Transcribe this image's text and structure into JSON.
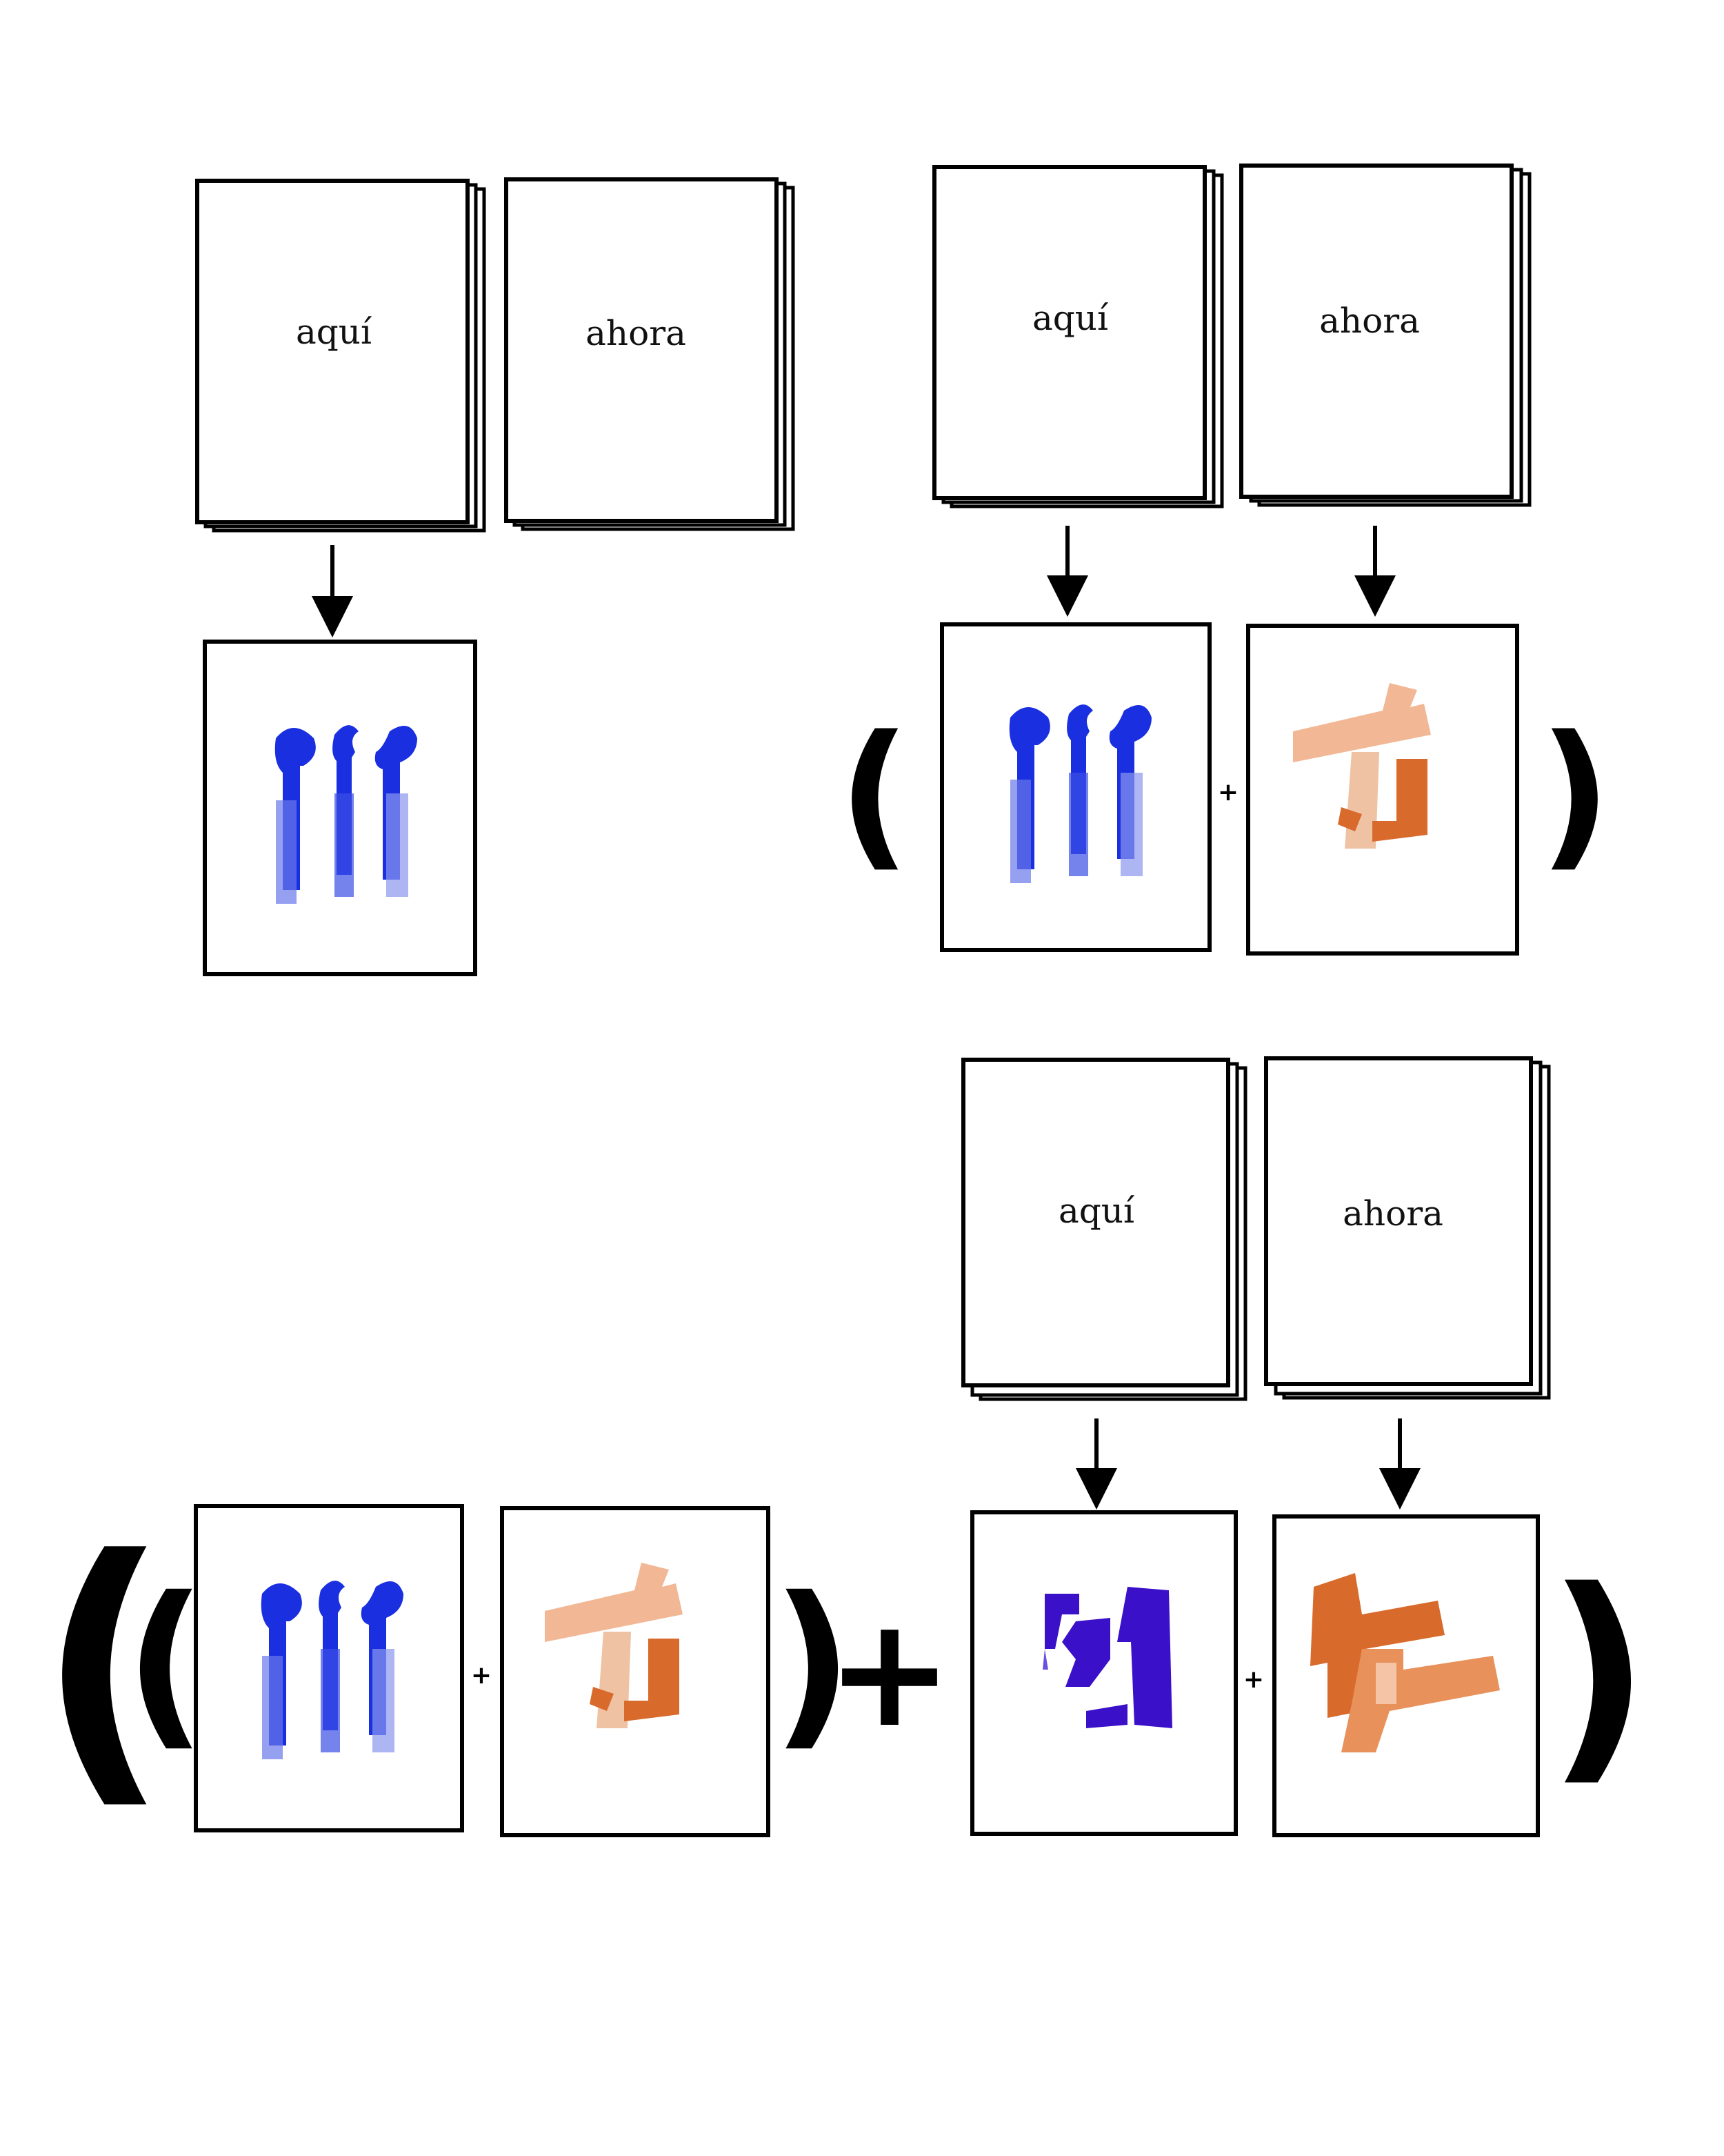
{
  "labels": {
    "here": "aquí",
    "now": "ahora"
  },
  "operators": {
    "plus": "+",
    "open_paren": "(",
    "close_paren": ")"
  },
  "colors": {
    "blue_strokes": "#1a2fe0",
    "orange_strokes": "#d86a2c",
    "orange_light": "#f2b896",
    "purple_strokes": "#3a10c8",
    "frame": "#000000"
  },
  "icons": {
    "blue_glyph": "three-vertical-strokes-glyph",
    "orange_glyph": "hooked-crossbar-glyph",
    "purple_glyph": "angular-purple-glyph",
    "orange_glyph_2": "double-crossbar-glyph"
  }
}
